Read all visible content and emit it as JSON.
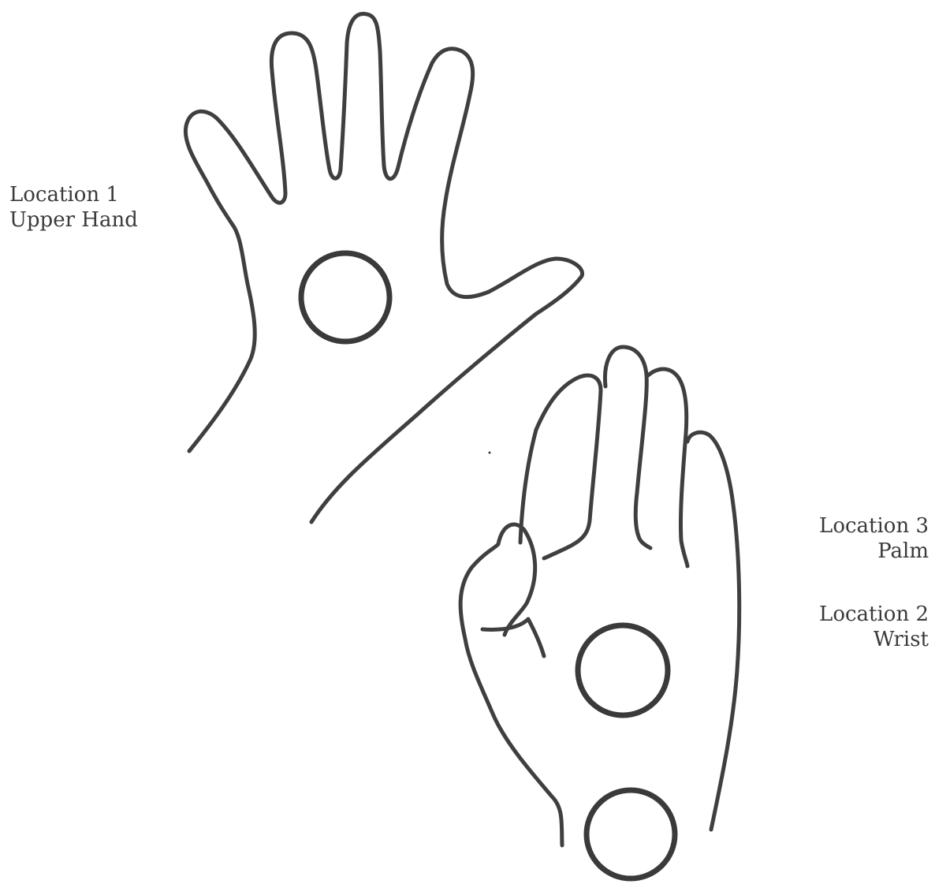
{
  "labels": {
    "location1": {
      "title": "Location 1",
      "subtitle": "Upper Hand"
    },
    "location3": {
      "title": "Location 3",
      "subtitle": "Palm"
    },
    "location2": {
      "title": "Location 2",
      "subtitle": "Wrist"
    }
  },
  "colors": {
    "line": "#3f3f3f",
    "circle": "#3a3a3a",
    "background": "#ffffff"
  }
}
